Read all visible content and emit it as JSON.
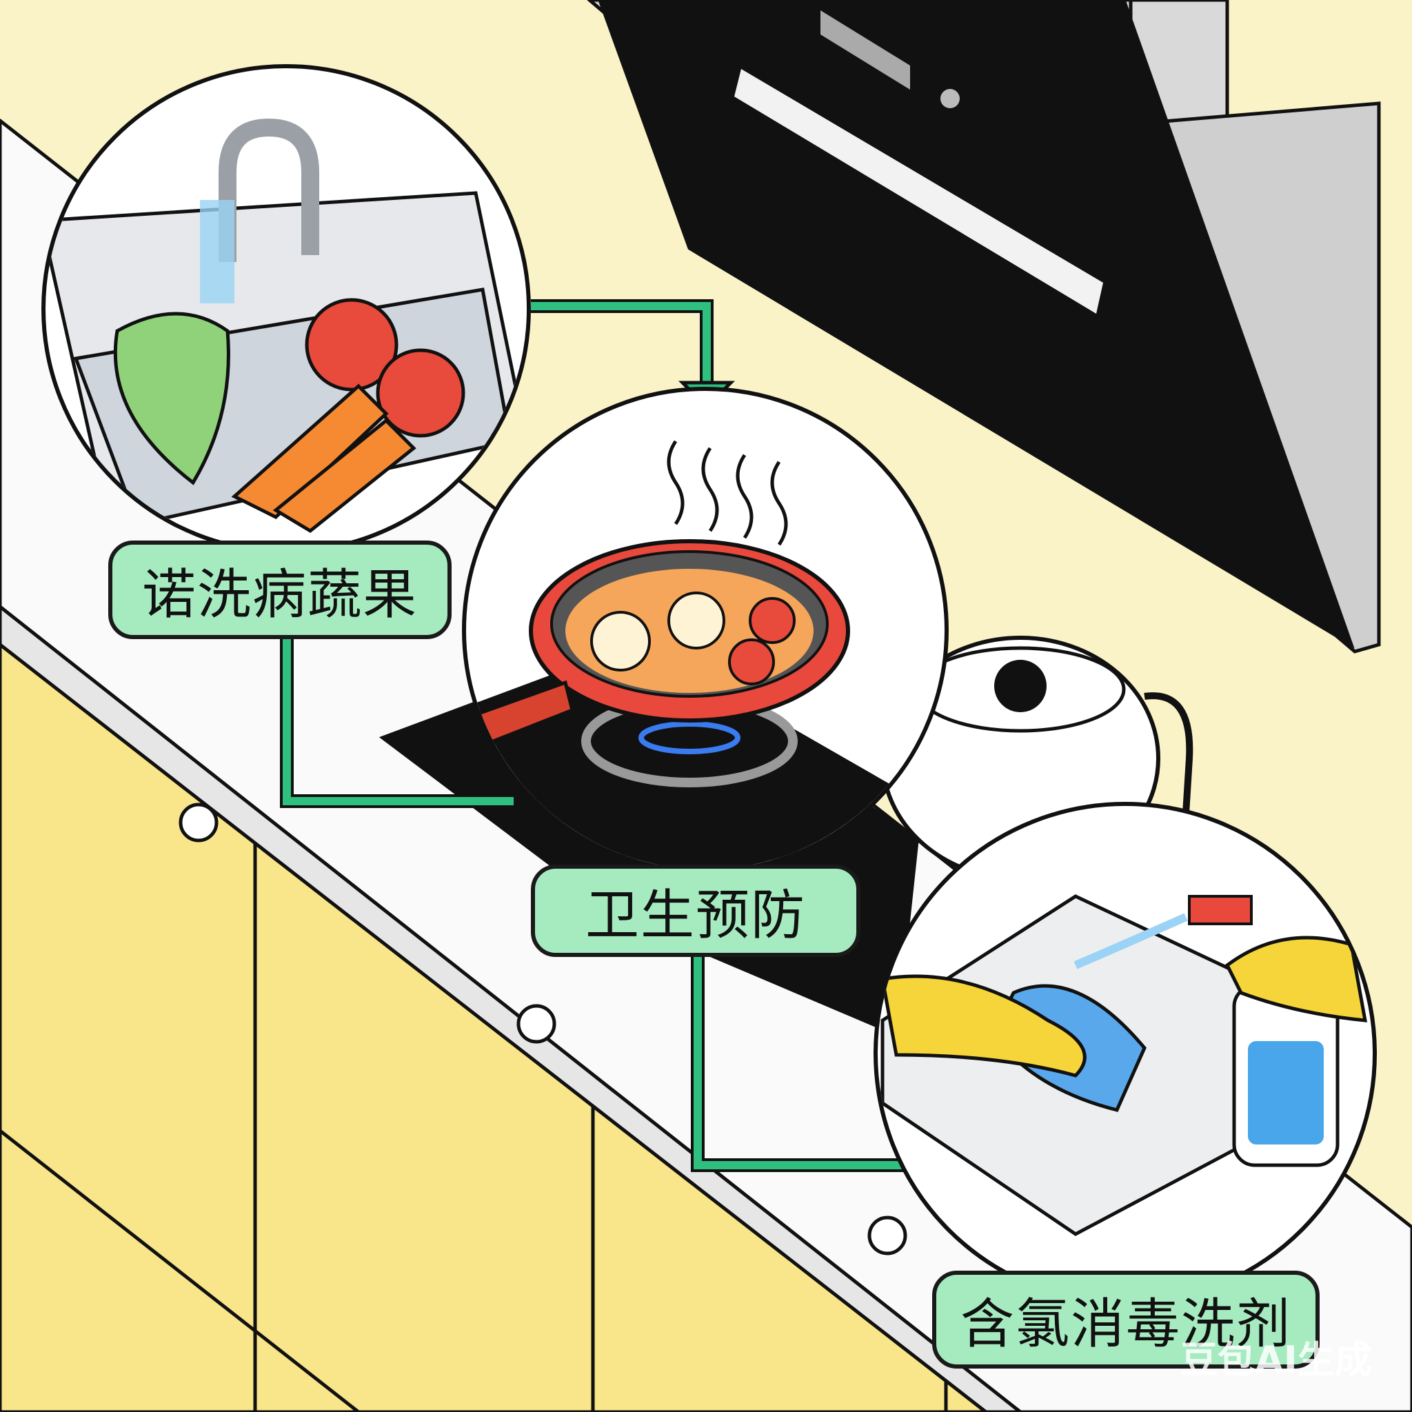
{
  "labels": {
    "wash": "诺洗病蔬果",
    "hygiene": "卫生预防",
    "disinfect": "含氯消毒洗剂"
  },
  "watermark": "豆包AI生成",
  "colors": {
    "background": "#FBF3C8",
    "cabinet": "#F9E58A",
    "label_fill": "#A6EBC0",
    "connector": "#2FBF7F",
    "hood": "#111111"
  }
}
